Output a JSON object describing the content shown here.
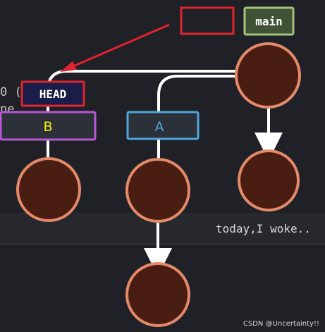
{
  "branches": {
    "main": {
      "label": "main",
      "color": "#405233",
      "border": "#a6c27a",
      "text": "#ffffff"
    },
    "head": {
      "label": "HEAD",
      "color": "#1b1d49",
      "border": "#e1232f",
      "text": "#ffffff"
    },
    "b": {
      "label": "B",
      "color": "#2b3039",
      "border": "#b957d6",
      "text": "#f4f100"
    },
    "a": {
      "label": "A",
      "color": "#2b3039",
      "border": "#4fa6dd",
      "text": "#4fa6dd"
    }
  },
  "empty_box": {
    "label": "",
    "border": "#e1232f"
  },
  "left_fragments": {
    "line1": "0 (",
    "line2": "ne"
  },
  "commit_style": {
    "fill": "#4a1d12",
    "stroke": "#e48a6a"
  },
  "message": {
    "text": "today,I woke..",
    "color": "#d9d9d9"
  },
  "watermark": {
    "text": "CSDN @Uncertainty!!",
    "color": "#d6d6d6"
  },
  "colors": {
    "background": "#1f2127",
    "band": "#26282e",
    "edge": "#ffffff",
    "arrow": "#e1232f"
  }
}
